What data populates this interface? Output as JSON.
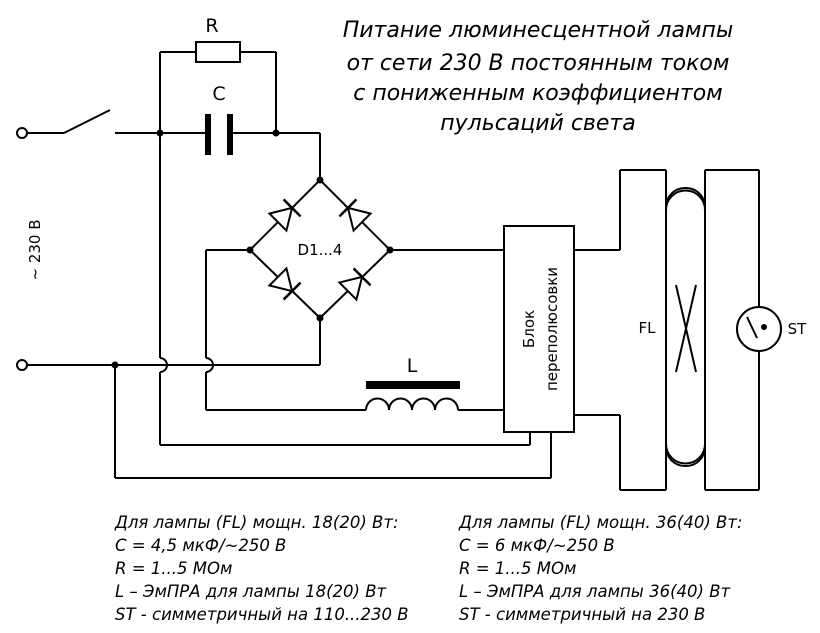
{
  "title": {
    "lines": [
      "Питание люминесцентной лампы",
      "от сети 230 В постоянным током",
      "с пониженным коэффициентом",
      "пульсаций света"
    ]
  },
  "labels": {
    "resistor": "R",
    "capacitor": "C",
    "bridge": "D1...4",
    "inductor": "L",
    "voltage": "~ 230 В",
    "block_line1": "Блок",
    "block_line2": "переполюсовки",
    "lamp": "FL",
    "starter": "ST"
  },
  "notes": {
    "left": [
      "Для лампы (FL) мощн. 18(20) Вт:",
      "C = 4,5 мкФ/~250 В",
      "R = 1...5 МОм",
      "L – ЭмПРА для лампы 18(20) Вт",
      "ST - симметричный на 110...230 В"
    ],
    "right": [
      "Для лампы (FL) мощн. 36(40) Вт:",
      "C = 6 мкФ/~250 В",
      "R = 1...5 МОм",
      "L – ЭмПРА для лампы 36(40) Вт",
      "ST - симметричный на 230 В"
    ]
  }
}
